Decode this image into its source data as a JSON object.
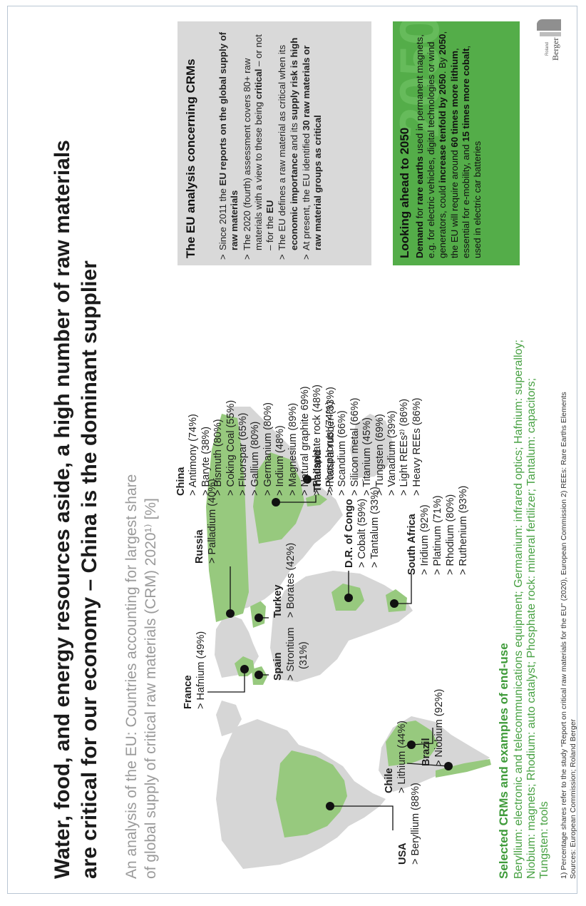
{
  "title": {
    "line1": "Water, food, and energy resources aside, a high number of raw materials",
    "line2": "are critical for our economy – China is the dominant supplier"
  },
  "subtitle": {
    "line1": "An analysis of the EU: Countries accounting for largest share",
    "line2": "of global supply of critical raw materials (CRM) 2020¹⁾ [%]"
  },
  "map": {
    "map_color": "#97c97e",
    "land_color": "#d6d6d6",
    "countries": {
      "usa": {
        "name": "USA",
        "items": [
          "> Beryllium (88%)"
        ]
      },
      "chile": {
        "name": "Chile",
        "items": [
          "> Lithium (44%)"
        ]
      },
      "brazil": {
        "name": "Brazil",
        "items": [
          "> Niobium (92%)"
        ]
      },
      "france": {
        "name": "France",
        "items": [
          "> Hafnium (49%)"
        ]
      },
      "spain": {
        "name": "Spain",
        "items": [
          "> Strontium",
          "(31%)"
        ]
      },
      "russia": {
        "name": "Russia",
        "items": [
          "> Palladium (40%)"
        ]
      },
      "turkey": {
        "name": "Turkey",
        "items": [
          "> Borates (42%)"
        ]
      },
      "thailand": {
        "name": "Thailand",
        "items": [
          "> Natural rubber (33%)"
        ]
      },
      "drc": {
        "name": "D.R. of Congo",
        "items": [
          "> Cobalt (59%)",
          "> Tantalum (33%)"
        ]
      },
      "south_africa": {
        "name": "South Africa",
        "items": [
          "> Iridium (92%)",
          "> Platinum (71%)",
          "> Rhodium (80%)",
          "> Ruthenium (93%)"
        ]
      },
      "china": {
        "name": "China",
        "items": [
          "> Antimony (74%)",
          "> Baryte (38%)",
          "> Bismuth (80%)",
          "> Coking Coal (55%)",
          "> Fluorspar (65%)",
          "> Gallium (80%)",
          "> Germanium (80%)",
          "> Indium (48%)",
          "> Magnesium (89%)",
          "> Natural graphite 69%)",
          "> Phosphate rock (48%)",
          "> Phosphorus (74%)",
          "> Scandium (66%)",
          "> Silicon metal (66%)",
          "> Titanium (45%)",
          "> Tungsten (69%)",
          "> Vanadium (39%)",
          "> Light REEs²⁾ (86%)",
          "> Heavy REEs (86%)"
        ]
      }
    }
  },
  "selected": {
    "heading": "Selected CRMs and examples of end-use",
    "lines": [
      "Beryllium: electronic and telecommunications equipment; Germanium: infrared optics; Hafnium: superalloy;",
      "Niobium: magnets; Rhodium: auto catalyst; Phosphate rock: mineral fertilizer; Tantalum: capacitors;",
      "Tungsten: tools"
    ]
  },
  "footnotes": {
    "line1": "1) Percentage shares refer to the study \"Report on critical raw materials for the EU\" (2020), European Commission 2) REEs: Rare Earths Elements",
    "line2": "Sources: European Commission; Roland Berger"
  },
  "eu_box": {
    "heading": "The EU analysis concerning CRMs",
    "color": "#d9d9d9",
    "items": [
      {
        "pre": "Since 2011 the ",
        "b1": "EU reports on the global supply of raw materials",
        "post": ""
      },
      {
        "pre": "The 2020 (fourth) assessment covers 80+ raw materials with a view to these being ",
        "b1": "critical",
        "mid": " – or not – for the ",
        "b2": "EU"
      },
      {
        "pre": "The EU defines a raw material as critical when its ",
        "b1": "economic importance",
        "mid": " and its ",
        "b2": "supply risk is high"
      },
      {
        "pre": "At present, the EU identified ",
        "b1": "30 raw materials or raw material groups as critical",
        "post": ""
      }
    ]
  },
  "outlook_box": {
    "heading": "Looking ahead to 2050",
    "color": "#54ad49",
    "watermark": "2050",
    "p1_b": "Demand",
    "p1_a": " for ",
    "p1_b2": "rare earths",
    "p1_c": " used in permanent magnets, e.g. for electric vehicles, digital technologies or wind generators, could ",
    "p1_b3": "increase tenfold by 2050",
    "p1_d": ". By ",
    "p1_b4": "2050",
    "p1_e": ", the EU will require around ",
    "p1_b5": "60 times more lithium",
    "p1_f": ", essential for e-mobility, and ",
    "p1_b6": "15 times more cobalt",
    "p1_g": ", used in electric car batteries"
  },
  "logo": {
    "small": "Roland",
    "word": "Berger"
  }
}
